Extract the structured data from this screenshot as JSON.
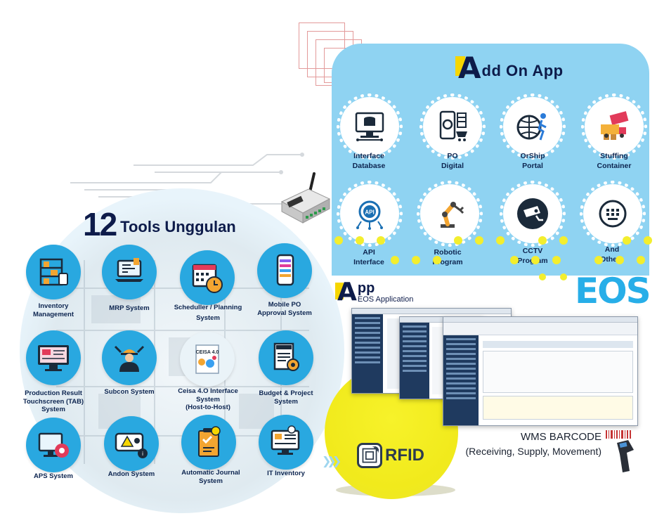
{
  "addon": {
    "title_letter": "A",
    "title_rest": "dd On App",
    "items": [
      {
        "label1": "Interface",
        "label2": "Database",
        "icon": "database-server-icon"
      },
      {
        "label1": "PO",
        "label2": "Digital",
        "icon": "mobile-cart-icon"
      },
      {
        "label1": "OrShip",
        "label2": "Portal",
        "icon": "globe-runner-icon"
      },
      {
        "label1": "Stuffing",
        "label2": "Container",
        "icon": "truck-boxes-icon"
      },
      {
        "label1": "API",
        "label2": "Interface",
        "icon": "api-icon"
      },
      {
        "label1": "Robotic",
        "label2": "Program",
        "icon": "robot-arm-icon"
      },
      {
        "label1": "CCTV",
        "label2": "Program",
        "icon": "cctv-camera-icon"
      },
      {
        "label1": "And",
        "label2": "Others",
        "icon": "keypad-icon"
      }
    ]
  },
  "tools": {
    "title_number": "12",
    "title_rest": "Tools Unggulan",
    "items": [
      {
        "l1": "Inventory",
        "l2": "Management",
        "l3": ""
      },
      {
        "l1": "MRP System",
        "l2": "",
        "l3": ""
      },
      {
        "l1": "Scheduller / Planning",
        "l2": "System",
        "l3": ""
      },
      {
        "l1": "Mobile PO",
        "l2": "Approval System",
        "l3": ""
      },
      {
        "l1": "Production Result",
        "l2": "Touchscreen (TAB)",
        "l3": "System"
      },
      {
        "l1": "Subcon System",
        "l2": "",
        "l3": ""
      },
      {
        "l1": "Ceisa 4.O Interface",
        "l2": "System",
        "l3": "(Host-to-Host)"
      },
      {
        "l1": "Budget & Project",
        "l2": "System",
        "l3": ""
      },
      {
        "l1": "APS System",
        "l2": "",
        "l3": ""
      },
      {
        "l1": "Andon System",
        "l2": "",
        "l3": ""
      },
      {
        "l1": "Automatic Journal",
        "l2": "System",
        "l3": ""
      },
      {
        "l1": "IT Inventory",
        "l2": "",
        "l3": ""
      }
    ]
  },
  "app": {
    "title_letter": "A",
    "title_rest": "pp",
    "subtitle": "EOS Application"
  },
  "eos_logo": "EOS",
  "rfid": "RFID",
  "wms": {
    "line1": "WMS BARCODE",
    "line2": "(Receiving, Supply, Movement)"
  },
  "colors": {
    "navy": "#0d1b4a",
    "accent_yellow": "#f6d600",
    "panel_blue": "#8fd3f2",
    "tool_blue": "#29a8e0"
  }
}
